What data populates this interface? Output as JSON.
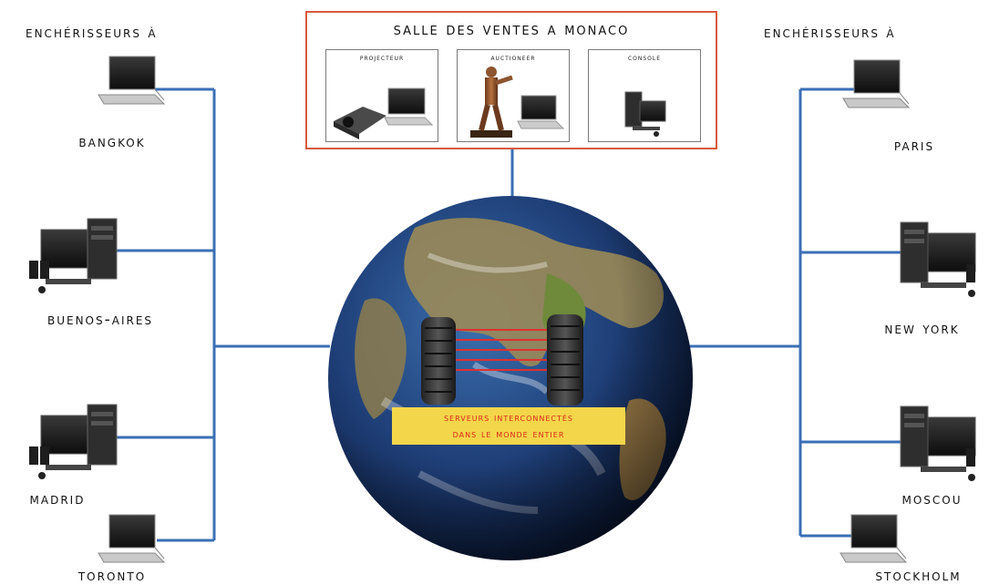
{
  "left_heading": "Enchérisseurs à",
  "right_heading": "Enchérisseurs à",
  "auction_hall": {
    "title": "Salle des Ventes a Monaco",
    "panels": [
      "Projecteur",
      "auctioneer",
      "Console"
    ]
  },
  "server_caption": {
    "line1": "Serveurs interconnectés",
    "line2": "dans le monde entier"
  },
  "left_cities": [
    "Bangkok",
    "Buenos-Aires",
    "Madrid",
    "Toronto"
  ],
  "right_cities": [
    "Paris",
    "New York",
    "Moscou",
    "Stockholm"
  ],
  "colors": {
    "connector": "#3a6fb5",
    "hall_border": "#d85a40",
    "caption_bg": "#f4d64a",
    "caption_text": "#d8261c",
    "server_link": "#e03030"
  },
  "icons": {
    "laptop": "laptop-icon",
    "desktop": "desktop-computer-icon",
    "projector": "projector-icon",
    "statue": "auctioneer-statue-icon",
    "globe": "earth-globe-icon",
    "server": "server-drum-icon"
  }
}
